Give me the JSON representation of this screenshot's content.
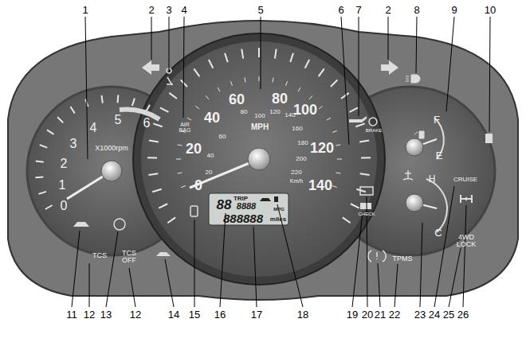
{
  "diagram": {
    "labels": [
      "1",
      "2",
      "3",
      "4",
      "5",
      "6",
      "7",
      "2",
      "8",
      "9",
      "10",
      "11",
      "12",
      "13",
      "12",
      "14",
      "15",
      "16",
      "17",
      "18",
      "19",
      "20",
      "21",
      "22",
      "23",
      "24",
      "25",
      "26",
      "0",
      "1",
      "2",
      "3",
      "4",
      "5",
      "6",
      "X1000rpm",
      "0",
      "20",
      "40",
      "60",
      "80",
      "100",
      "120",
      "140",
      "MPH",
      "20",
      "40",
      "60",
      "80",
      "100",
      "120",
      "140",
      "160",
      "180",
      "200",
      "220",
      "Km/h",
      "AIR BAG",
      "BRAKE",
      "CHECK",
      "TCS",
      "TCS OFF",
      "TPMS",
      "CRUISE",
      "4WD LOCK",
      "F",
      "E",
      "H",
      "C",
      "TRIP",
      "88",
      "8888",
      "MPG",
      "888888",
      "miles"
    ]
  }
}
